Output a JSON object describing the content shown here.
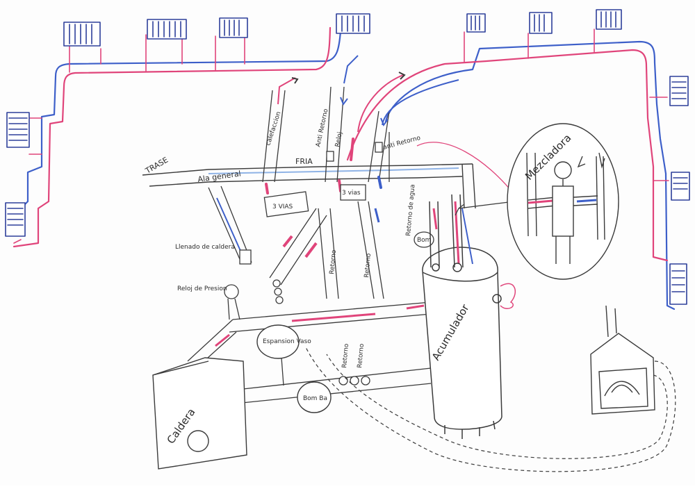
{
  "drawing": {
    "ink_colors": {
      "pencil": "#3a3a3a",
      "hot": "#e0447a",
      "cold": "#3d5fc9",
      "light_blue": "#8fb3e6"
    },
    "labels": {
      "trasera": "TRASE",
      "general": "Ala general",
      "fria": "FRIA",
      "calefaccion": "calefaccion",
      "antiretorno_a": "Anti Retorno",
      "reloj_a": "Reloj",
      "antiretorno_b": "anti Retorno",
      "retorno_agua": "Retorno de agua",
      "llenado": "Llenado de caldera",
      "reloj_presion": "Reloj de Presion",
      "valvula_3vias_a": "3 VIAS",
      "valvula_3vias_b": "3 vias",
      "retorno_1": "Retorno",
      "retorno_2": "Retorno",
      "retorno_3": "Retorno",
      "retorno_4": "Retorno",
      "expansion": "Espansion Vaso",
      "bomba": "Bom Ba",
      "bomba_small": "Bom",
      "acumulador": "Acumulador",
      "mezcladora": "Mezcladora",
      "caldera": "Caldera"
    }
  }
}
